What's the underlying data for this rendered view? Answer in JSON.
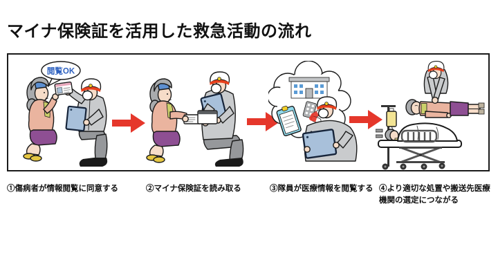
{
  "page": {
    "title": "マイナ保険証を活用した救急活動の流れ"
  },
  "flow": {
    "bubble_text": "閲覧OK",
    "steps": [
      {
        "label": "①傷病者が情報閲覧に同意する",
        "scene": "patient-consents"
      },
      {
        "label": "②マイナ保険証を読み取る",
        "scene": "card-is-read"
      },
      {
        "label": "③隊員が医療情報を閲覧する",
        "scene": "crew-views-medical-info"
      },
      {
        "label": "④より適切な処置や搬送先医療機関の選定につながる",
        "scene": "better-treatment-and-transport"
      }
    ],
    "icons": {
      "step_connector": "red-arrow-right",
      "thought_bubble_items": [
        "hospital",
        "medical-record",
        "medicine"
      ]
    }
  },
  "colors": {
    "arrow": "#e5372b",
    "helmet_band": "#e8401c",
    "helmet_dot": "#f2cf2a",
    "uniform": "#c9cbcd",
    "uniform_dark": "#96989b",
    "tablet": "#a8c0da",
    "cardigan": "#eab49f",
    "shirt": "#ccd06a",
    "skirt": "#8e4f93",
    "slippers": "#e5c642",
    "hair": "#a9abad",
    "skin": "#f6dcc8",
    "compress": "#5d8fd0",
    "bubble_text": "#2f62c0",
    "clipboard": "#8fd8ea",
    "window_blue": "#5b9bd5",
    "iv_bag": "#f3e494"
  }
}
